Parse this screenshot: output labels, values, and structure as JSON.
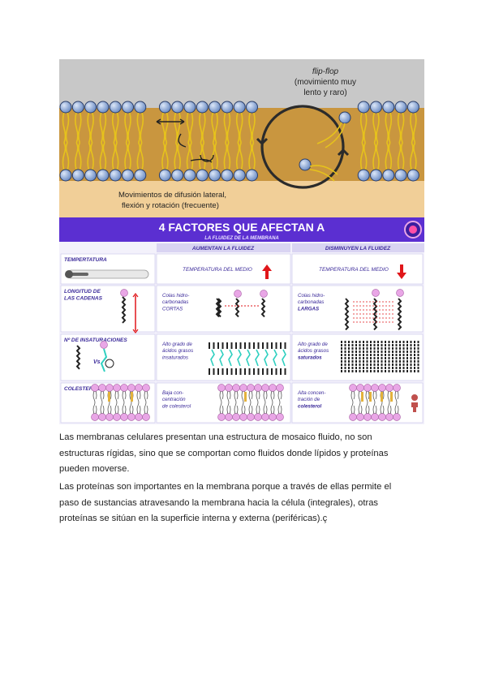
{
  "membrane_figure": {
    "flipflop_title": "flip-flop",
    "flipflop_desc_1": "(movimiento muy",
    "flipflop_desc_2": "lento y raro)",
    "lateral_1": "Movimientos de difusión lateral,",
    "lateral_2": "flexión y rotación (frecuente)"
  },
  "factors_table": {
    "title": "4 FACTORES QUE AFECTAN A",
    "subtitle": "LA FLUIDEZ DE LA MEMBRANA",
    "col_increase": "AUMENTAN LA FLUIDEZ",
    "col_decrease": "DISMINUYEN LA FLUIDEZ",
    "rows": [
      {
        "factor": [
          "TEMPERTATURA"
        ],
        "inc": [
          "TEMPERATURA DEL MEDIO"
        ],
        "dec": [
          "TEMPERATURA DEL MEDIO"
        ]
      },
      {
        "factor": [
          "LONGITUD DE",
          "LAS CADENAS"
        ],
        "inc": [
          "Colas hidro-",
          "carbonadas",
          "CORTAS"
        ],
        "dec": [
          "Colas hidro-",
          "carbonadas",
          "LARGAS"
        ]
      },
      {
        "factor": [
          "Nº DE INSATURACIONES"
        ],
        "vs": "Vs",
        "inc": [
          "Alto grado de",
          "ácidos grasos",
          "insaturados"
        ],
        "dec": [
          "Alto grado de",
          "ácidos grasos",
          "saturados"
        ]
      },
      {
        "factor": [
          "COLESTEROL"
        ],
        "inc": [
          "Baja con-",
          "centración",
          "de colesterol"
        ],
        "dec": [
          "Alta concen-",
          "tración de",
          "colesterol"
        ]
      }
    ]
  },
  "paragraphs": {
    "p1_l1": "Las membranas celulares presentan una estructura de mosaico fluido, no son",
    "p1_l2": "estructuras rígidas, sino que se comportan como fluidos donde lípidos y proteínas",
    "p1_l3": "pueden moverse.",
    "p2_l1": "Las proteínas son importantes en la membrana porque a través de ellas permite el",
    "p2_l2": "paso de sustancias atravesando la membrana hacia la célula (integrales), otras",
    "p2_l3": "proteínas se sitúan en la superficie interna y externa (periféricas).ç"
  },
  "colors": {
    "membrane_bg_top": "#c8c8c8",
    "membrane_core": "#c9963f",
    "membrane_bottom": "#f1cf98",
    "head_blue": "#8aa7d6",
    "banner_purple": "#5b2fd1",
    "header_bar": "#d9d4f2",
    "accent_red": "#e0161a",
    "head_pink": "#e9a6e6"
  }
}
